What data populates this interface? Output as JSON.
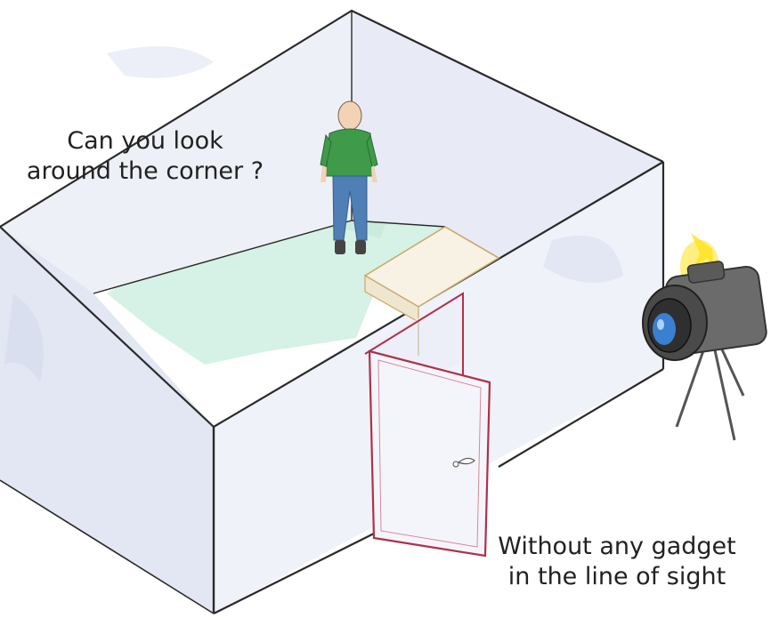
{
  "question": {
    "line1": "Can you look",
    "line2": "around the corner ?"
  },
  "note": {
    "line1": "Without any gadget",
    "line2": "in the line of sight"
  },
  "colors": {
    "wall_fill": "#eef0f8",
    "wall_shade": "#dfe3f1",
    "wall_edge": "#2a2a2a",
    "floor_glow": "#cfeee0",
    "shirt": "#3f9a4a",
    "jeans": "#4f7fb4",
    "skin": "#f2d3b5",
    "door_frame": "#b03048",
    "table_edge": "#c8a86a",
    "camera_body": "#6b6b6b",
    "camera_lens": "#3a7fd0",
    "flash": "#ffe21a"
  },
  "icons": [
    "person-figure",
    "room-walls",
    "open-door",
    "table",
    "camera-on-tripod",
    "flash-light"
  ]
}
